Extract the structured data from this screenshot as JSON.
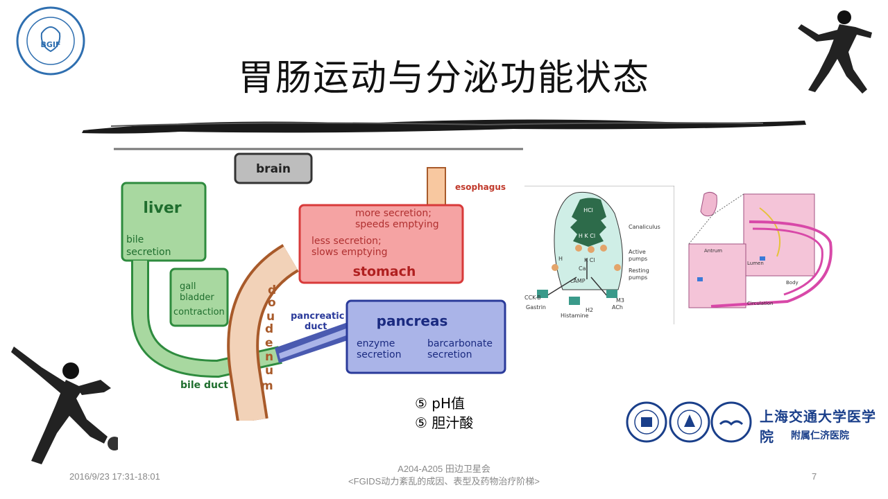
{
  "slide": {
    "title": "胃肠运动与分泌功能状态",
    "bullets": [
      "⑤ pH值",
      "⑤ 胆汁酸"
    ],
    "footer": {
      "date": "2016/9/23  17:31-18:01",
      "line1": "A204-A205 田边卫星会",
      "line2": "<FGIDS动力紊乱的成因、表型及药物治疗阶梯>",
      "page": "7"
    },
    "hospital": {
      "name": "上海交通大学医学院",
      "sub": "附属仁济医院"
    }
  },
  "diagram": {
    "brain": "brain",
    "liver": "liver",
    "bile": [
      "bile",
      "secretion"
    ],
    "gall": [
      "gall",
      "bladder",
      "contraction"
    ],
    "esophagus": "esophagus",
    "stomach_more": [
      "more secretion;",
      "speeds emptying"
    ],
    "stomach_less": [
      "less secretion;",
      "slows emptying"
    ],
    "stomach": "stomach",
    "duodenum": [
      "d",
      "o",
      "u",
      "d",
      "e",
      "n",
      "u",
      "m"
    ],
    "pancreatic_duct": [
      "pancreatic",
      "duct"
    ],
    "pancreas": "pancreas",
    "enzyme": [
      "enzyme",
      "secretion"
    ],
    "bicarb": [
      "barcarbonate",
      "secretion"
    ],
    "bile_duct": "bile duct"
  },
  "parietal": {
    "hcl": "HCl",
    "canaliculus": "Canaliculus",
    "hkcl": "H K Cl",
    "h": "H",
    "kcl": "K Cl",
    "ca": "Ca",
    "camp": "cAMP",
    "active_pumps": [
      "Active",
      "pumps"
    ],
    "resting_pumps": [
      "Resting",
      "pumps"
    ],
    "cckb": "CCK-B",
    "gastrin": "Gastrin",
    "h2": "H2",
    "histamine": "Histamine",
    "m3": "M3",
    "ach": "ACh"
  },
  "gastric": {
    "antrum": "Antrum",
    "lumen": "Lumen",
    "body": "Body",
    "circulation": "Circulation"
  },
  "colors": {
    "liver": "#2e8b3e",
    "liver_fill": "#a8d8a0",
    "stomach": "#d83a3a",
    "stomach_fill": "#f5a3a3",
    "pancreas": "#2a3a9a",
    "pancreas_fill": "#aab4e8",
    "duodenum": "#a85a2a",
    "duodenum_fill": "#f2d2b8",
    "hospital": "#1a3f8a"
  }
}
